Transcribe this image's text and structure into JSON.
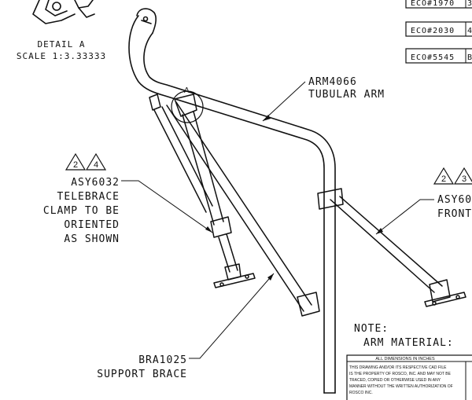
{
  "detail": {
    "title": "DETAIL A",
    "scale": "SCALE 1:3.33333"
  },
  "detail_marker": "A",
  "eco": [
    {
      "label": "ECO#1970",
      "value": "3"
    },
    {
      "label": "ECO#2030",
      "value": "4"
    },
    {
      "label": "ECO#5545",
      "value": "B"
    }
  ],
  "callouts": {
    "arm": {
      "part": "ARM4066",
      "desc": "TUBULAR ARM"
    },
    "telebrace": {
      "tags": [
        "2",
        "4"
      ],
      "part": "ASY6032",
      "lines": [
        "TELEBRACE",
        "CLAMP TO BE",
        "ORIENTED",
        "AS SHOWN"
      ]
    },
    "front": {
      "tags": [
        "2",
        "3"
      ],
      "part": "ASY60",
      "desc": "FRONT"
    },
    "support": {
      "part": "BRA1025",
      "desc": "SUPPORT BRACE"
    }
  },
  "note": {
    "title": "NOTE:",
    "text": "ARM MATERIAL:"
  },
  "title_block": {
    "header": "ALL DIMENSIONS IN INCHES",
    "lines": [
      "THIS DRAWING AND/OR ITS RESPECTIVE CAD FILE",
      "IS THE PROPERTY OF ROSCO, INC. AND MAY NOT BE",
      "TRACED, COPIED OR OTHERWISE USED IN ANY",
      "MANNER WITHOUT THE WRITTEN AUTHORIZATION OF",
      "ROSCO INC."
    ]
  }
}
